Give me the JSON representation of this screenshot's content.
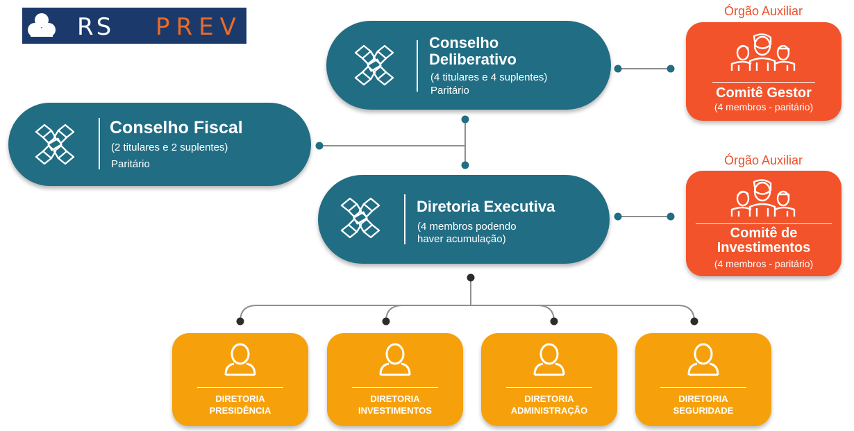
{
  "logo": {
    "rs": "RS",
    "prev": "PREV",
    "icon": "clover-logo-icon"
  },
  "colors": {
    "teal": "#216d84",
    "red": "#f2532a",
    "gold": "#f6a10b",
    "navy": "#1b3a6b",
    "aux_text": "#e8502a"
  },
  "conselho_deliberativo": {
    "title_line1": "Conselho",
    "title_line2": "Deliberativo",
    "detail": "(4 titulares e 4 suplentes)",
    "type": "Paritário",
    "icon": "handshake-icon"
  },
  "conselho_fiscal": {
    "title": "Conselho Fiscal",
    "detail": "(2 titulares e 2 suplentes)",
    "type": "Paritário",
    "icon": "handshake-icon"
  },
  "diretoria_executiva": {
    "title": "Diretoria Executiva",
    "detail_line1": "(4 membros podendo",
    "detail_line2": "haver acumulação)",
    "icon": "handshake-icon"
  },
  "comite_gestor": {
    "aux_label": "Órgão Auxiliar",
    "title": "Comitê Gestor",
    "sub": "(4 membros - paritário)",
    "icon": "group-people-icon"
  },
  "comite_investimentos": {
    "aux_label": "Órgão Auxiliar",
    "title_line1": "Comitê de",
    "title_line2": "Investimentos",
    "sub": "(4 membros - paritário)",
    "icon": "group-people-icon"
  },
  "diretorias": [
    {
      "line1": "DIRETORIA",
      "line2": "PRESIDÊNCIA",
      "icon": "person-icon"
    },
    {
      "line1": "DIRETORIA",
      "line2": "INVESTIMENTOS",
      "icon": "person-icon"
    },
    {
      "line1": "DIRETORIA",
      "line2": "ADMINISTRAÇÃO",
      "icon": "person-icon"
    },
    {
      "line1": "DIRETORIA",
      "line2": "SEGURIDADE",
      "icon": "person-icon"
    }
  ]
}
